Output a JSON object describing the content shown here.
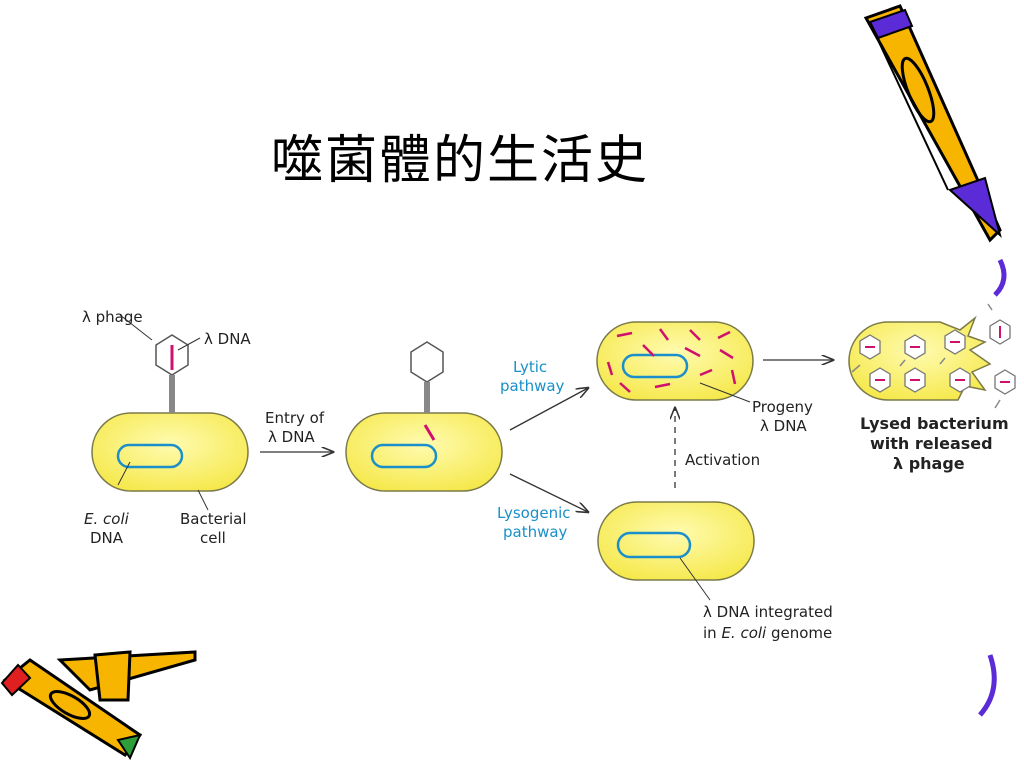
{
  "slide": {
    "title": "噬菌體的生活史"
  },
  "diagram": {
    "phage_label": "λ phage",
    "phage_dna_label": "λ DNA",
    "ecoli_dna_label_1": "E. coli",
    "ecoli_dna_label_2": "DNA",
    "bacterial_cell_label_1": "Bacterial",
    "bacterial_cell_label_2": "cell",
    "entry_label_1": "Entry of",
    "entry_label_2": "λ DNA",
    "lytic_label_1": "Lytic",
    "lytic_label_2": "pathway",
    "lysogenic_label_1": "Lysogenic",
    "lysogenic_label_2": "pathway",
    "progeny_label_1": "Progeny",
    "progeny_label_2": "λ DNA",
    "activation_label": "Activation",
    "integrated_label_1": "λ DNA integrated",
    "integrated_label_2_prefix": "in ",
    "integrated_label_2_italic": "E. coli",
    "integrated_label_2_suffix": " genome",
    "lysed_label_1": "Lysed bacterium",
    "lysed_label_2": "with released",
    "lysed_label_3": "λ phage"
  },
  "colors": {
    "cell_fill": "#fdf37a",
    "cell_stroke": "#7a7a4a",
    "dna_blue": "#1a8fc9",
    "phage_dna": "#d0106e",
    "pathway_text": "#1a8fc9",
    "pencil_yellow": "#f7b500",
    "pencil_purple": "#5b2bd8"
  },
  "icons": [
    "pencil-clipart-top-right",
    "pencil-clipart-bottom-left"
  ]
}
